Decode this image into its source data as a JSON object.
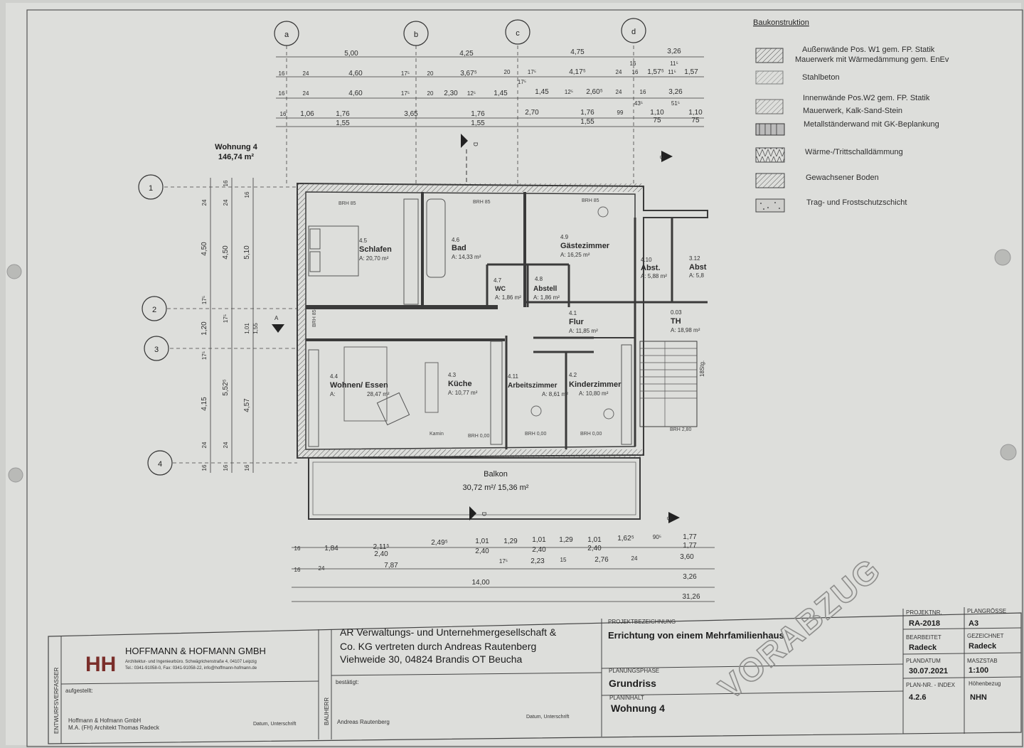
{
  "grid": {
    "columns": [
      "a",
      "b",
      "c",
      "d"
    ],
    "rows": [
      "1",
      "2",
      "3",
      "4"
    ]
  },
  "top_dims": {
    "row1": [
      "5,00",
      "4,25",
      "4,75",
      "3,26"
    ],
    "row1_extra": [
      "16",
      "11⁵"
    ],
    "row2": [
      "16",
      "24",
      "4,60",
      "17⁵",
      "20",
      "3,67⁵",
      "20",
      "17⁵",
      "4,17⁵",
      "24",
      "16",
      "1,57⁵",
      "11⁵",
      "1,57"
    ],
    "row3_mark": "17⁵",
    "row3": [
      "16",
      "24",
      "4,60",
      "17⁵",
      "20",
      "2,30",
      "12⁵",
      "1,45",
      "1,45",
      "12⁵",
      "2,60⁵",
      "24",
      "16",
      "3,26"
    ],
    "row4_extra": [
      "43⁵",
      "51⁵"
    ],
    "row4": [
      "16",
      "1,06",
      "1,76",
      "3,65",
      "1,76",
      "2,70",
      "1,76",
      "99",
      "1,10",
      "1,10"
    ],
    "row5": [
      "1,55",
      "1,55",
      "1,55",
      "75",
      "75"
    ]
  },
  "left_dims": {
    "col1": [
      "24",
      "4,50",
      "17⁵",
      "1,20",
      "17⁵",
      "4,15",
      "24",
      "16"
    ],
    "col2": [
      "16",
      "24",
      "4,50",
      "17⁵",
      "5,52⁵",
      "24",
      "16"
    ],
    "col3": [
      "16",
      "5,10",
      "1,01",
      "1,55",
      "4,57",
      "16"
    ]
  },
  "bottom_dims": {
    "row1": [
      "16",
      "1,84",
      "2,11⁵",
      "2,49⁵",
      "1,01",
      "1,29",
      "1,01",
      "1,29",
      "1,01",
      "1,62⁵",
      "90⁵",
      "1,77"
    ],
    "row2": [
      "2,40",
      "2,40",
      "2,40",
      "2,40",
      "1,77"
    ],
    "row3": [
      "16",
      "24",
      "7,87",
      "17⁵",
      "2,23",
      "15",
      "2,76",
      "24",
      "3,60"
    ],
    "row4": [
      "3,26"
    ],
    "row5": [
      "14,00"
    ],
    "row6": [
      "31,26"
    ]
  },
  "apartment": {
    "name": "Wohnung 4",
    "area": "146,74 m²"
  },
  "rooms": [
    {
      "num": "4.5",
      "name": "Schlafen",
      "area": "A: 20,70 m²"
    },
    {
      "num": "4.6",
      "name": "Bad",
      "area": "A: 14,33 m²"
    },
    {
      "num": "4.9",
      "name": "Gästezimmer",
      "area": "A: 16,25 m²"
    },
    {
      "num": "4.10",
      "name": "Abst.",
      "area": "A: 5,88 m²"
    },
    {
      "num": "3.12",
      "name": "Abst",
      "area": "A: 5,8"
    },
    {
      "num": "4.7",
      "name": "WC",
      "area": "A: 1,86 m²"
    },
    {
      "num": "4.8",
      "name": "Abstell",
      "area": "A: 1,86 m²"
    },
    {
      "num": "4.1",
      "name": "Flur",
      "area": "A: 11,85 m²"
    },
    {
      "num": "0.03",
      "name": "TH",
      "area": "A: 18,98 m²"
    },
    {
      "num": "4.4",
      "name": "Wohnen/ Essen",
      "area": "A:",
      "area2": "28,47 m²"
    },
    {
      "num": "4.3",
      "name": "Küche",
      "area": "A: 10,77 m²"
    },
    {
      "num": "4.11",
      "name": "Arbeitszimmer",
      "area": "A: 8,61 m²"
    },
    {
      "num": "4.2",
      "name": "Kinderzimmer",
      "area": "A: 10,80 m²"
    },
    {
      "num": "",
      "name": "Balkon",
      "area": "30,72 m²/ 15,36 m²"
    }
  ],
  "labels": {
    "brh85": "BRH 85",
    "brh000": "BRH 0,00",
    "brh280": "BRH 2,80",
    "kamin": "Kamin",
    "stairs": "18Stg.",
    "section_a": "A",
    "section_c": "C",
    "section_d": "D"
  },
  "legend": {
    "title": "Baukonstruktion",
    "items": [
      {
        "line1": "Außenwände Pos. W1 gem. FP. Statik",
        "line2": "Mauerwerk mit Wärmedämmung gem. EnEv"
      },
      {
        "line1": "Stahlbeton",
        "line2": ""
      },
      {
        "line1": "Innenwände Pos.W2 gem. FP. Statik",
        "line2": "Mauerwerk, Kalk-Sand-Stein"
      },
      {
        "line1": "Metallständerwand mit GK-Beplankung",
        "line2": ""
      },
      {
        "line1": "Wärme-/Trittschalldämmung",
        "line2": ""
      },
      {
        "line1": "Gewachsener Boden",
        "line2": ""
      },
      {
        "line1": "Trag- und Frostschutzschicht",
        "line2": ""
      }
    ]
  },
  "watermark": "VORABZUG",
  "title_block": {
    "side_label": "ENTWURFSVERFASSER",
    "side_label2": "BAUHERR",
    "firm_logo": "HH",
    "firm_name": "HOFFMANN & HOFMANN GMBH",
    "firm_line": "Architektur- und Ingenieurbüro. Schwägrichenstraße 4, 04107 Leipzig",
    "firm_contact": "Tel.: 0341-91058-0, Fax: 0341-91058-22, info@hoffmann-hofmann.de",
    "aufgestellt": "aufgestellt:",
    "firm_sign1": "Hoffmann & Hofmann GmbH",
    "firm_sign2": "M.A. (FH) Architekt Thomas Radeck",
    "datum": "Datum, Unterschrift",
    "client1": "AR Verwaltungs- und Unternehmergesellschaft &",
    "client2": "Co. KG vertreten durch Andreas Rautenberg",
    "client3": "Viehweide 30, 04824 Brandis OT Beucha",
    "bestaetigt": "bestätigt:",
    "client_sign": "Andreas Rautenberg",
    "projekt_label": "PROJEKTBEZEICHNUNG",
    "projekt": "Errichtung von einem Mehrfamilienhaus",
    "phase_label": "PLANUNGSPHASE",
    "phase": "Grundriss",
    "inhalt_label": "PLANINHALT",
    "inhalt": "Wohnung 4",
    "cells": [
      {
        "label": "PROJEKTNR.",
        "value": "RA-2018"
      },
      {
        "label": "PLANGRÖSSE",
        "value": "A3"
      },
      {
        "label": "BEARBEITET",
        "value": "Radeck"
      },
      {
        "label": "GEZEICHNET",
        "value": "Radeck"
      },
      {
        "label": "PLANDATUM",
        "value": "30.07.2021"
      },
      {
        "label": "MASZSTAB",
        "value": "1:100"
      },
      {
        "label": "PLAN-NR. - INDEX",
        "value": "4.2.6"
      },
      {
        "label": "Höhenbezug",
        "value": "NHN"
      }
    ]
  },
  "colors": {
    "paper": "#dddedb",
    "line": "#3a3a3a",
    "wall": "#4a4a4a",
    "watermark": "#8e8e8c"
  }
}
